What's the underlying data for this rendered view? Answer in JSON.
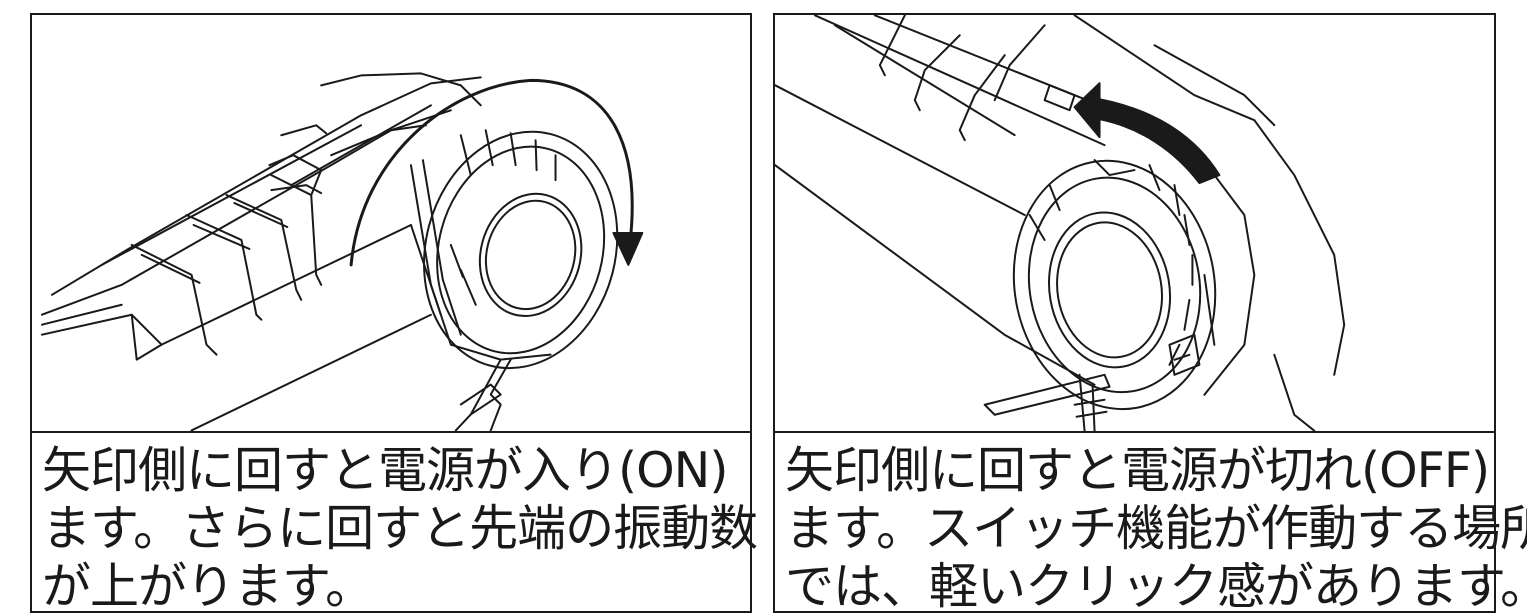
{
  "panels": [
    {
      "caption_lines": [
        "矢印側に回すと電源が入り(ON)",
        "ます。さらに回すと先端の振動数",
        "が上がります。"
      ]
    },
    {
      "caption_lines": [
        "矢印側に回すと電源が切れ(OFF)",
        "ます。スイッチ機能が作動する場所",
        "では、軽いクリック感があります。"
      ]
    }
  ]
}
